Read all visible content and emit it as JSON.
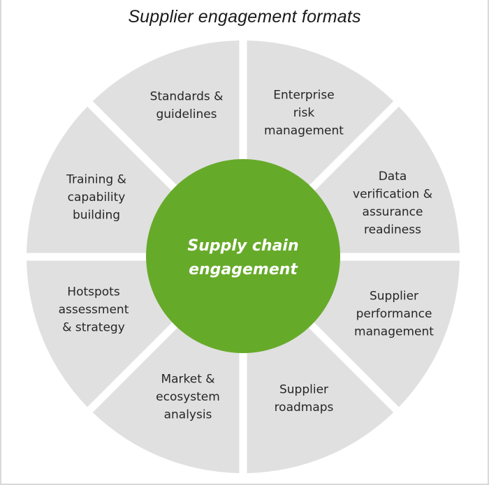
{
  "title": "Supplier engagement formats",
  "colors": {
    "segment_fill": "#e0e0e0",
    "hub_fill": "#66aa2a",
    "hub_text": "#ffffff",
    "segment_text": "#262626",
    "background": "#ffffff"
  },
  "hub": {
    "lines": [
      "Supply chain",
      "engagement"
    ]
  },
  "segments": [
    {
      "id": "standards",
      "lines": [
        "Standards &",
        "guidelines"
      ]
    },
    {
      "id": "enterprise-risk",
      "lines": [
        "Enterprise",
        "risk",
        "management"
      ]
    },
    {
      "id": "data-verification",
      "lines": [
        "Data",
        "verification &",
        "assurance",
        "readiness"
      ]
    },
    {
      "id": "supplier-performance",
      "lines": [
        "Supplier",
        "performance",
        "management"
      ]
    },
    {
      "id": "supplier-roadmaps",
      "lines": [
        "Supplier",
        "roadmaps"
      ]
    },
    {
      "id": "market-ecosystem",
      "lines": [
        "Market &",
        "ecosystem",
        "analysis"
      ]
    },
    {
      "id": "hotspots",
      "lines": [
        "Hotspots",
        "assessment",
        "& strategy"
      ]
    },
    {
      "id": "training",
      "lines": [
        "Training &",
        "capability",
        "building"
      ]
    }
  ]
}
